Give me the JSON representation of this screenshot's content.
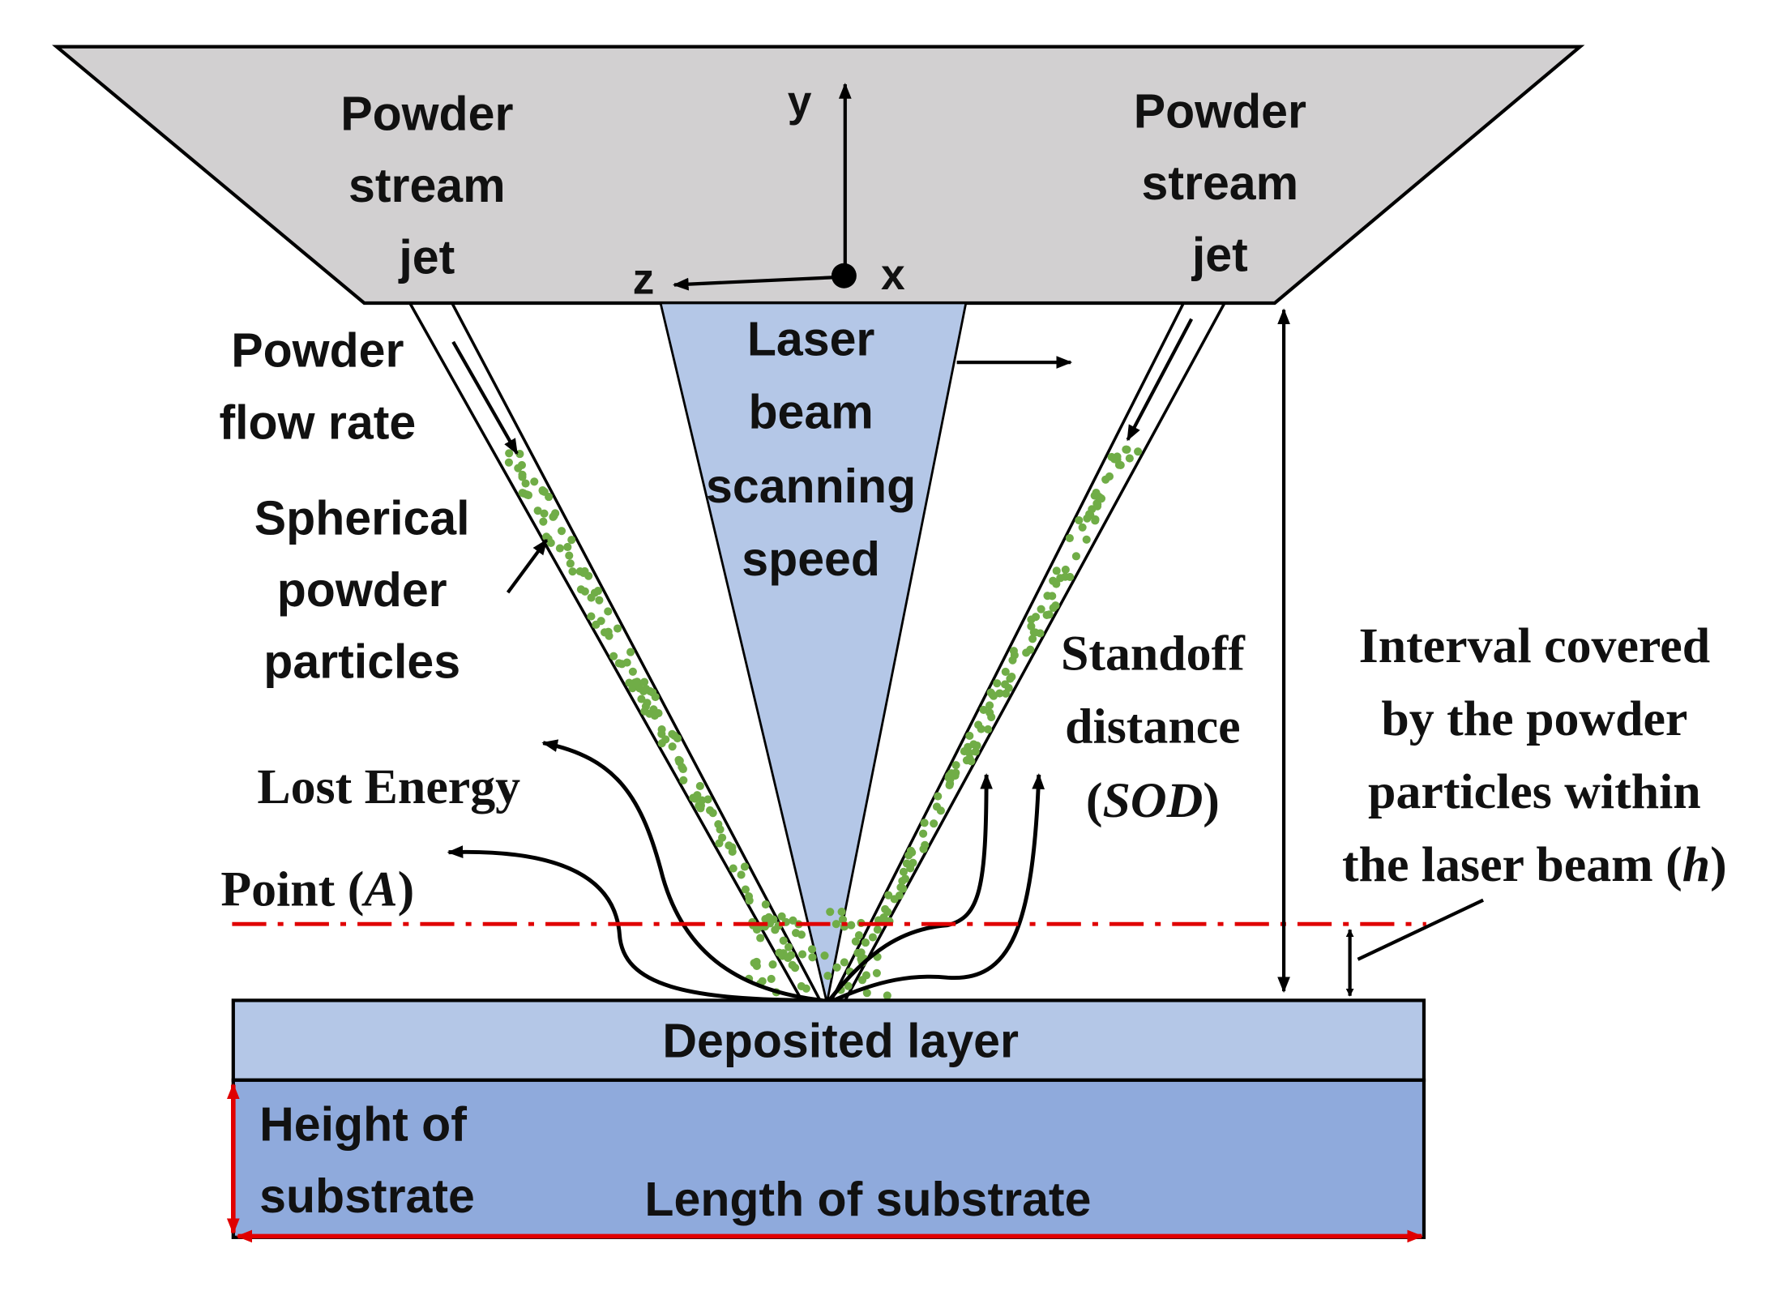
{
  "nozzle": {
    "left_jet": [
      "Powder",
      "stream",
      "jet"
    ],
    "right_jet": [
      "Powder",
      "stream",
      "jet"
    ]
  },
  "axes": {
    "y": "y",
    "z": "z",
    "x": "x"
  },
  "laser": [
    "Laser",
    "beam",
    "scanning",
    "speed"
  ],
  "left_labels": {
    "powder_flow_rate": [
      "Powder",
      "flow rate"
    ],
    "spherical_particles": [
      "Spherical",
      "powder",
      "particles"
    ],
    "lost_energy": "Lost Energy",
    "point_prefix": "Point (",
    "point_var": "A",
    "point_suffix": ")"
  },
  "standoff": {
    "line1": "Standoff",
    "line2": "distance",
    "line3_open": "(",
    "line3_var": "SOD",
    "line3_close": ")"
  },
  "interval": {
    "line1": "Interval covered",
    "line2": "by the powder",
    "line3": "particles within",
    "line4_text": "the laser beam (",
    "line4_var": "h",
    "line4_close": ")"
  },
  "substrate": {
    "deposited_layer": "Deposited layer",
    "height": [
      "Height of",
      "substrate"
    ],
    "length": "Length of substrate"
  },
  "colors": {
    "nozzle_fill": "#d2d0d1",
    "laser_fill": "#b4c7e7",
    "deposited_fill": "#b4c7e7",
    "substrate_fill": "#8faadc",
    "particle": "#70ad47",
    "dimension_red": "#e00000"
  }
}
